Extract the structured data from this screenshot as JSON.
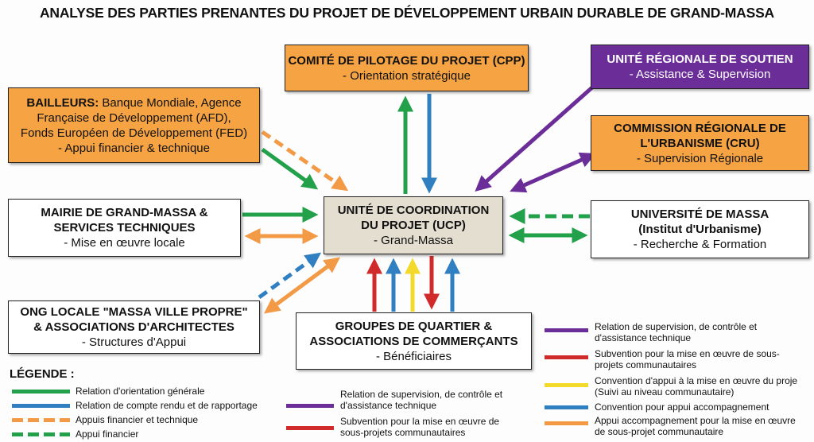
{
  "title": "ANALYSE DES PARTIES PRENANTES DU PROJET DE DÉVELOPPEMENT URBAIN DURABLE DE GRAND-MASSA",
  "boxes": {
    "cpp": {
      "title": "COMITÉ DE PILOTAGE DU PROJET (CPP)",
      "sub": "- Orientation stratégique"
    },
    "urs": {
      "title": "UNITÉ RÉGIONALE DE SOUTIEN",
      "sub": "- Assistance & Supervision"
    },
    "bailleurs": {
      "label": "BAILLEURS:",
      "l1": "Banque Mondiale, Agence",
      "l2": "Française de Développement (AFD),",
      "l3": "Fonds Européen de Développement (FED)",
      "sub": "- Appui financier & technique"
    },
    "cru": {
      "l1": "COMMISSION RÉGIONALE DE",
      "l2": "L'URBANISME (CRU)",
      "sub": "- Supervision Régionale"
    },
    "mairie": {
      "l1": "MAIRIE DE GRAND-MASSA &",
      "l2": "SERVICES TECHNIQUES",
      "sub": "- Mise en œuvre locale"
    },
    "ucp": {
      "l1": "UNITÉ DE COORDINATION",
      "l2": "DU PROJET (UCP)",
      "sub": "- Grand-Massa"
    },
    "universite": {
      "l1": "UNIVERSITÉ DE MASSA",
      "l2": "(Institut d'Urbanisme)",
      "sub": "- Recherche & Formation"
    },
    "ong": {
      "l1": "ONG LOCALE \"MASSA VILLE PROPRE\"",
      "l2": "& ASSOCIATIONS D'ARCHITECTES",
      "sub": "- Structures d'Appui"
    },
    "groupes": {
      "l1": "GROUPES DE QUARTIER &",
      "l2": "ASSOCIATIONS DE COMMERÇANTS",
      "sub": "- Bénéficiaires"
    }
  },
  "legend": {
    "heading": "LÉGENDE :",
    "left": [
      "Relation d'orientation générale",
      "Relation de compte rendu et de rapportage",
      "Appuis financier et technique",
      "Appui financier"
    ],
    "middle": [
      [
        "Relation de supervision, de contrôle et",
        "d'assistance technique"
      ],
      [
        "Subvention pour la mise en œuvre de",
        "sous-projets communautaires"
      ]
    ],
    "right": [
      [
        "Relation de supervision, de contrôle et",
        "d'assistance technique"
      ],
      [
        "Subvention pour la mise en œuvre de sous-",
        "projets communautaires"
      ],
      [
        "Convention d'appui à la mise en œuvre du proje",
        "(Suivi au niveau communautaire)"
      ],
      [
        "Convention pour appui accompagnement",
        ""
      ],
      [
        "Appui accompagnement pour la mise en œuvre",
        "de sous-projet communautaire"
      ]
    ]
  },
  "colors": {
    "green": "#22a04a",
    "blue": "#2f7fc1",
    "orange": "#f29a45",
    "purple": "#6b2d98",
    "red": "#d12a2a",
    "yellow": "#f2d92a"
  }
}
